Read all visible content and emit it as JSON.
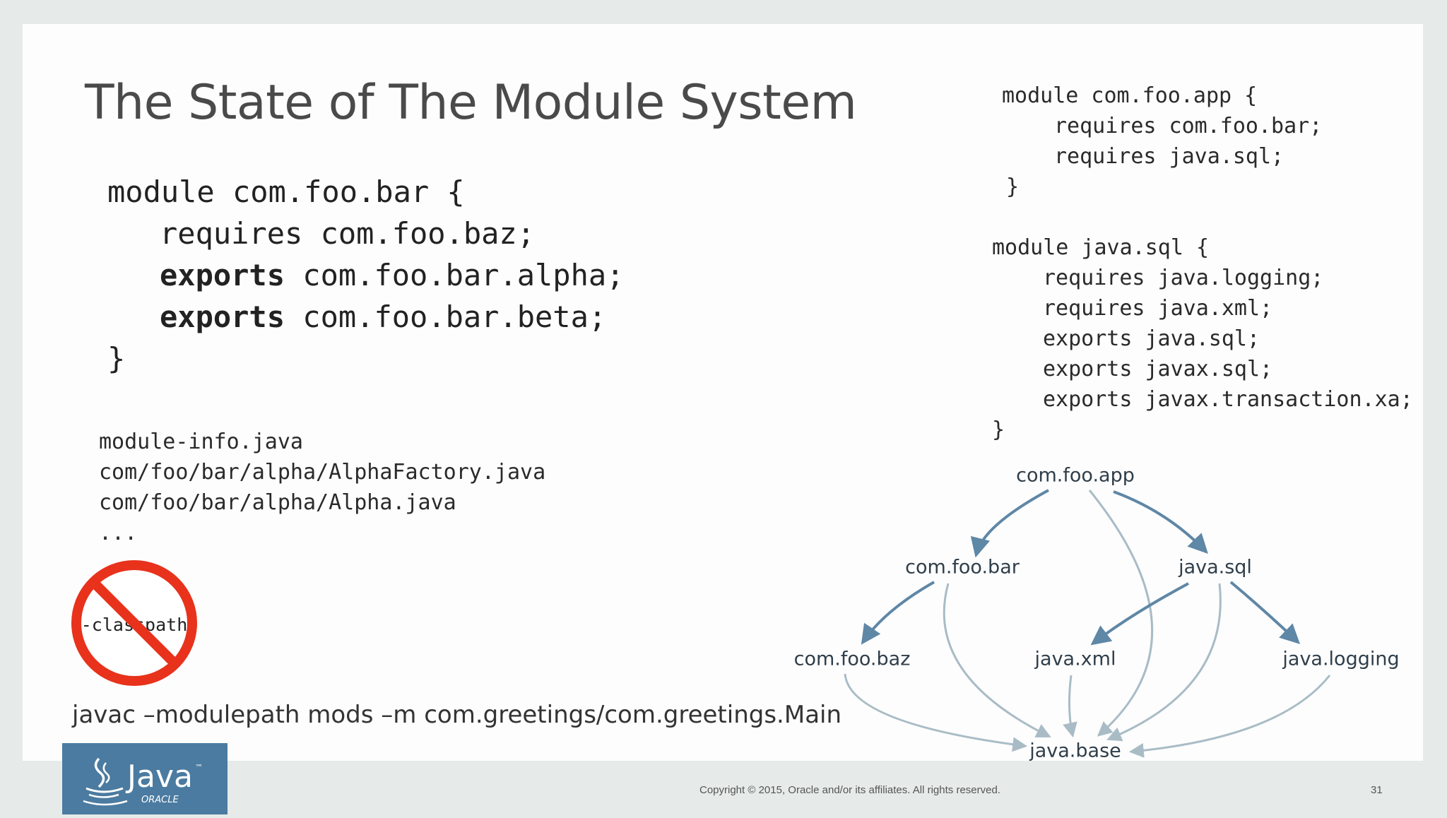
{
  "title": "The State of The Module System",
  "main_code": {
    "line1": "module com.foo.bar {",
    "line2": "requires com.foo.baz;",
    "line3_kw": "exports",
    "line3_rest": " com.foo.bar.alpha;",
    "line4_kw": "exports",
    "line4_rest": " com.foo.bar.beta;",
    "line5": "}"
  },
  "files": [
    "module-info.java",
    "com/foo/bar/alpha/AlphaFactory.java",
    "com/foo/bar/alpha/Alpha.java",
    "..."
  ],
  "no_classpath_label": "-classpath",
  "command": "javac –modulepath mods –m com.greetings/com.greetings.Main",
  "app_module": {
    "line1": "module com.foo.app {",
    "line2": "requires com.foo.bar;",
    "line3": "requires java.sql;",
    "line4": "}"
  },
  "sql_module": {
    "line1": "module java.sql {",
    "line2": "requires java.logging;",
    "line3": "requires java.xml;",
    "line4": "exports java.sql;",
    "line5": "exports javax.sql;",
    "line6": "exports javax.transaction.xa;",
    "line7": "}"
  },
  "graph": {
    "nodes": {
      "app": "com.foo.app",
      "bar": "com.foo.bar",
      "sql": "java.sql",
      "baz": "com.foo.baz",
      "xml": "java.xml",
      "logging": "java.logging",
      "base": "java.base"
    },
    "edges": [
      [
        "app",
        "bar"
      ],
      [
        "app",
        "sql"
      ],
      [
        "app",
        "base"
      ],
      [
        "bar",
        "baz"
      ],
      [
        "bar",
        "base"
      ],
      [
        "sql",
        "xml"
      ],
      [
        "sql",
        "logging"
      ],
      [
        "sql",
        "base"
      ],
      [
        "baz",
        "base"
      ],
      [
        "xml",
        "base"
      ],
      [
        "logging",
        "base"
      ]
    ]
  },
  "logo": {
    "brand": "Java",
    "tm": "™",
    "company": "ORACLE"
  },
  "footer": {
    "copyright": "Copyright © 2015, Oracle and/or its affiliates. All rights reserved.",
    "page": "31"
  },
  "colors": {
    "arrow_dark": "#5f87a6",
    "arrow_light": "#a9bcc6",
    "no_sign": "#e8321c",
    "logo_bg": "#4b7ba0"
  }
}
